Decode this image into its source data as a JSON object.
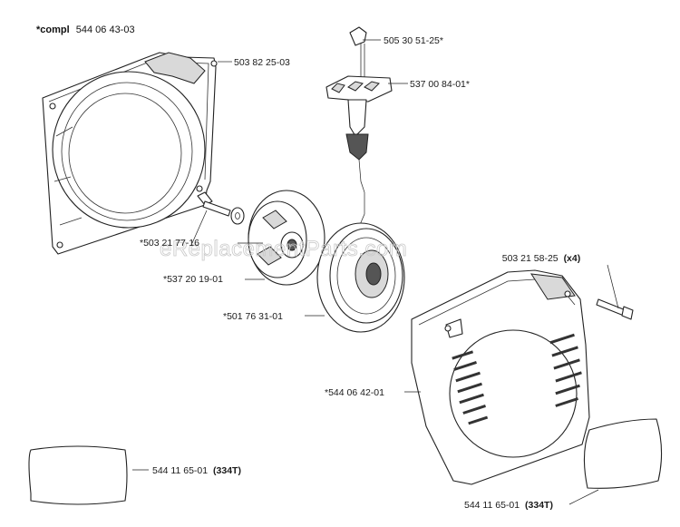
{
  "header": {
    "prefix": "*compl",
    "number": "544 06 43-03"
  },
  "watermark": "eReplacementParts.com",
  "labels": [
    {
      "id": "fan-housing",
      "text": "503 82 25-03",
      "suffix": ""
    },
    {
      "id": "handle-screw",
      "text": "505 30 51-25*",
      "suffix": ""
    },
    {
      "id": "starter-handle",
      "text": "537 00 84-01*",
      "suffix": ""
    },
    {
      "id": "pulley-screw",
      "text": "*503 21 77-16",
      "suffix": ""
    },
    {
      "id": "rope-pulley",
      "text": "*537 20 19-01",
      "suffix": ""
    },
    {
      "id": "recoil-spring",
      "text": "*501 76 31-01",
      "suffix": ""
    },
    {
      "id": "cover-screw",
      "text": "503 21 58-25",
      "suffix": "(x4)"
    },
    {
      "id": "starter-cover",
      "text": "*544 06 42-01",
      "suffix": ""
    },
    {
      "id": "decal-left",
      "text": "544 11 65-01",
      "suffix": "(334T)"
    },
    {
      "id": "decal-right",
      "text": "544 11 65-01",
      "suffix": "(334T)"
    }
  ]
}
